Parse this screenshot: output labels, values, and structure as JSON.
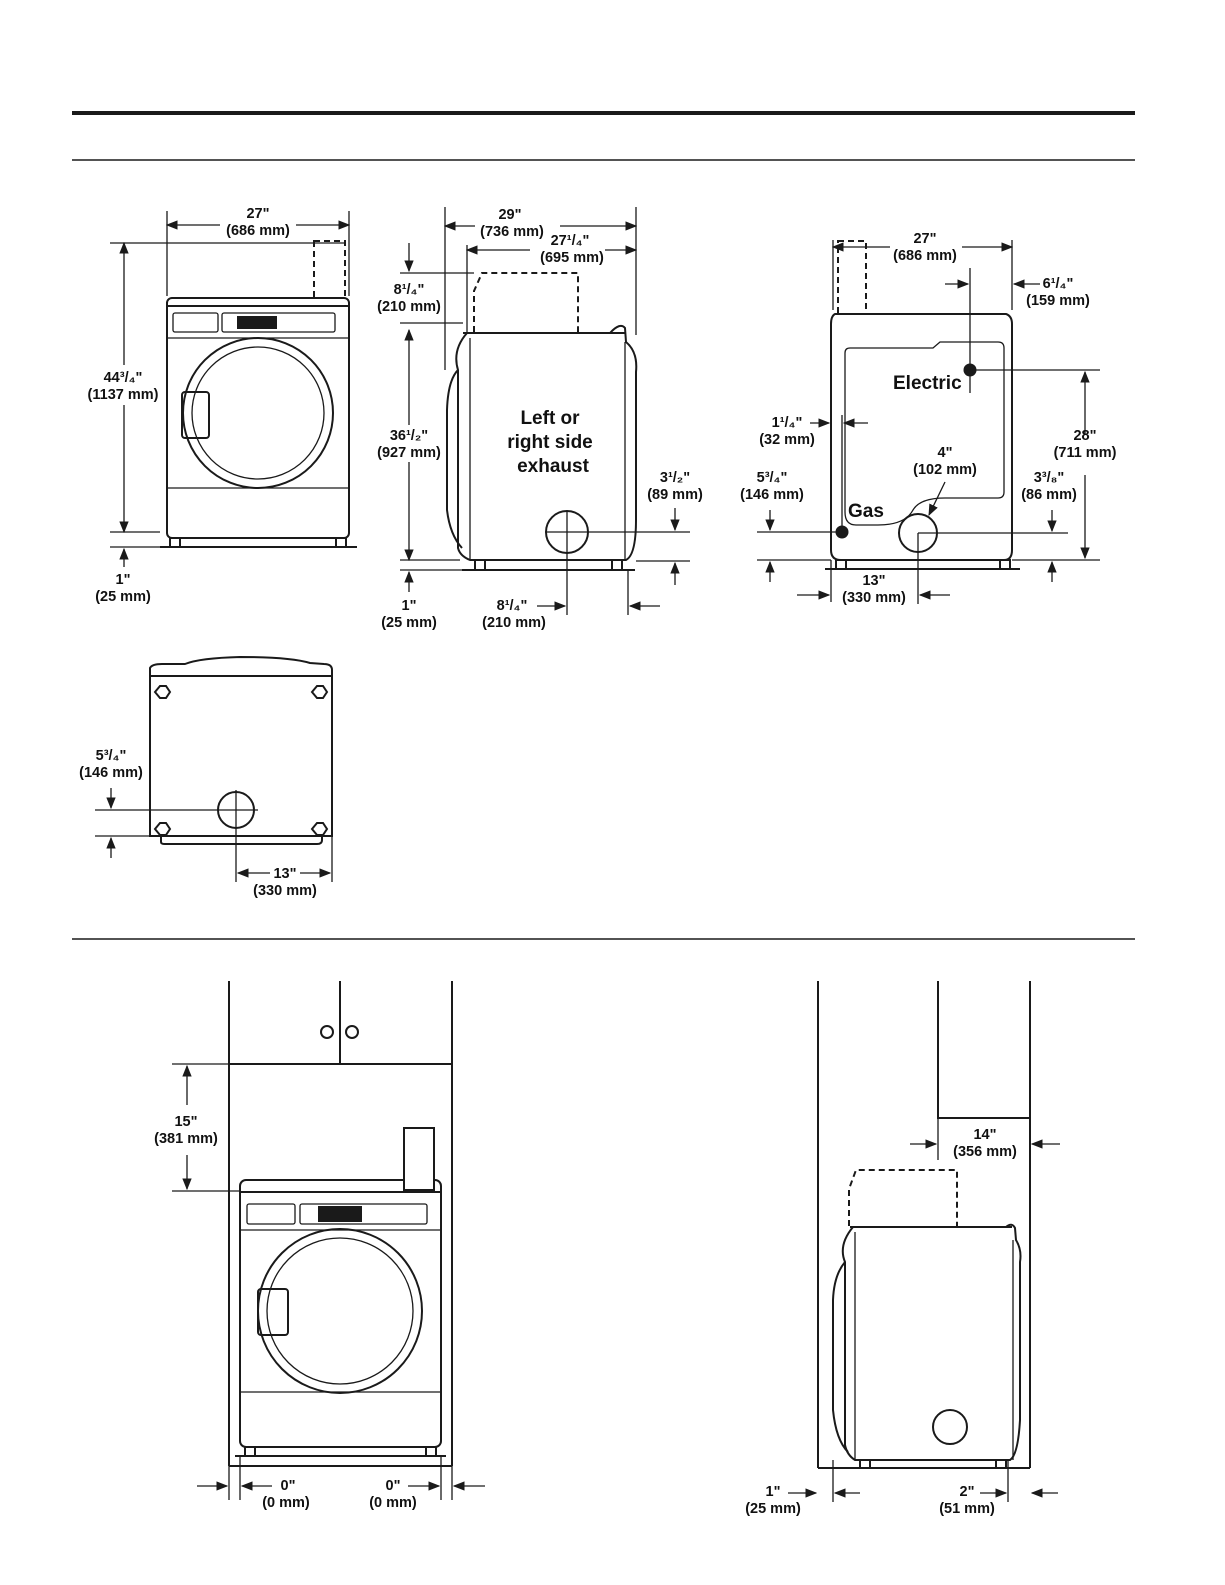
{
  "front_view": {
    "width_in": "27\"",
    "width_mm": "(686 mm)",
    "height_in": "44³/₄\"",
    "height_mm": "(1137 mm)",
    "foot_in": "1\"",
    "foot_mm": "(25 mm)"
  },
  "side_view": {
    "depth_in": "29\"",
    "depth_mm": "(736 mm)",
    "cabinet_depth_in": "27¹/₄\"",
    "cabinet_depth_mm": "(695 mm)",
    "vent_height_in": "8¹/₄\"",
    "vent_height_mm": "(210 mm)",
    "body_height_in": "36¹/₂\"",
    "body_height_mm": "(927 mm)",
    "exhaust_label_1": "Left or",
    "exhaust_label_2": "right side",
    "exhaust_label_3": "exhaust",
    "exhaust_height_in": "3¹/₂\"",
    "exhaust_height_mm": "(89 mm)",
    "foot_in": "1\"",
    "foot_mm": "(25 mm)",
    "exhaust_back_in": "8¹/₄\"",
    "exhaust_back_mm": "(210 mm)"
  },
  "rear_view": {
    "width_in": "27\"",
    "width_mm": "(686 mm)",
    "electric_offset_in": "6¹/₄\"",
    "electric_offset_mm": "(159 mm)",
    "electric_label": "Electric",
    "gas_label": "Gas",
    "left_offset_in": "1¹/₄\"",
    "left_offset_mm": "(32 mm)",
    "electric_height_in": "28\"",
    "electric_height_mm": "(711 mm)",
    "exhaust_dia_in": "4\"",
    "exhaust_dia_mm": "(102 mm)",
    "gas_height_in": "5³/₄\"",
    "gas_height_mm": "(146 mm)",
    "right_offset_in": "3³/₈\"",
    "right_offset_mm": "(86 mm)",
    "exhaust_center_in": "13\"",
    "exhaust_center_mm": "(330 mm)"
  },
  "bottom_view": {
    "height_in": "5³/₄\"",
    "height_mm": "(146 mm)",
    "center_in": "13\"",
    "center_mm": "(330 mm)"
  },
  "closet_front": {
    "cabinet_gap_in": "15\"",
    "cabinet_gap_mm": "(381 mm)",
    "left_gap_in": "0\"",
    "left_gap_mm": "(0 mm)",
    "right_gap_in": "0\"",
    "right_gap_mm": "(0 mm)"
  },
  "closet_side": {
    "shelf_in": "14\"",
    "shelf_mm": "(356 mm)",
    "front_gap_in": "1\"",
    "front_gap_mm": "(25 mm)",
    "rear_gap_in": "2\"",
    "rear_gap_mm": "(51 mm)"
  }
}
